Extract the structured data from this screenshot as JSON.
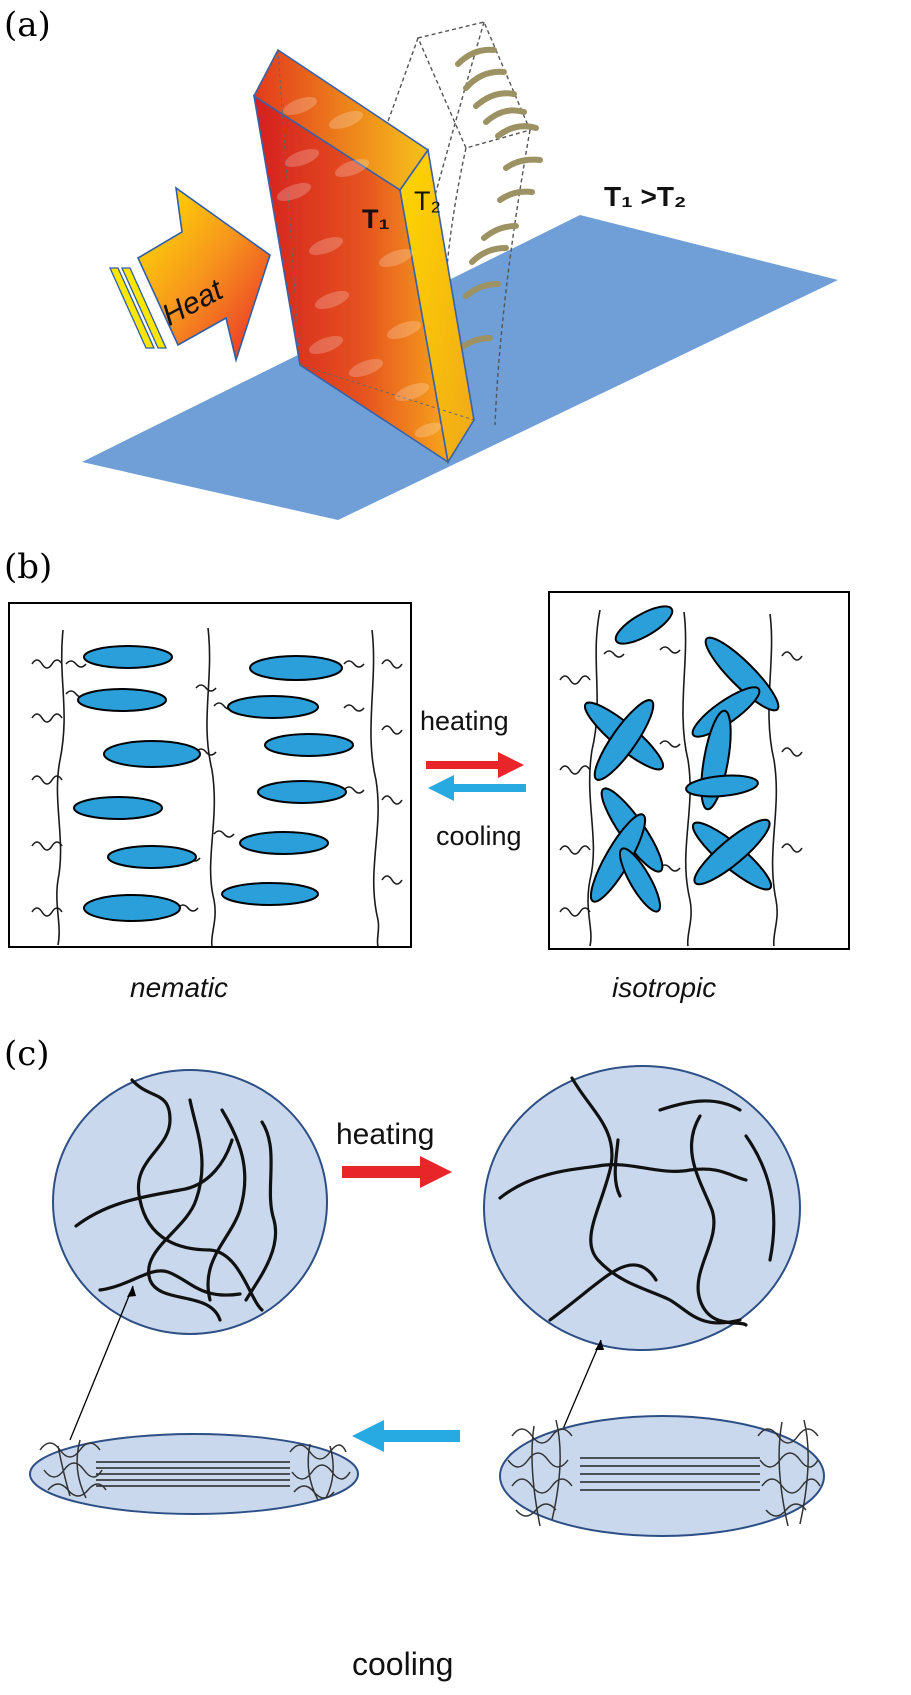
{
  "panels": {
    "a": {
      "label": "(a)",
      "heat_label": "Heat",
      "t1_label": "T₁",
      "t2_label": "T₂",
      "relation": "T₁ >T₂"
    },
    "b": {
      "label": "(b)",
      "heating_label": "heating",
      "cooling_label": "cooling",
      "left_state": "nematic",
      "right_state": "isotropic"
    },
    "c": {
      "label": "(c)",
      "heating_label": "heating",
      "cooling_label": "cooling"
    }
  },
  "colors": {
    "substrate": "#6f9fd6",
    "heating_arrow": "#e8262a",
    "cooling_arrow": "#27a9e1",
    "mesogen": "#2b9fd9",
    "coil_fill": "#c9d8ec",
    "coil_stroke": "#2d4f86",
    "bent_marks": "#9c9263"
  }
}
